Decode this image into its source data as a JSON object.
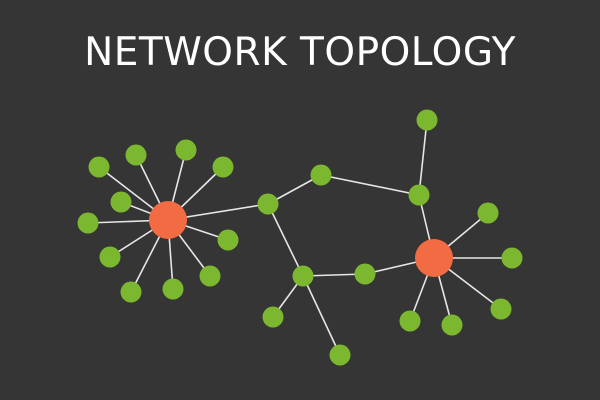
{
  "title": "NETWORK TOPOLOGY",
  "colors": {
    "background": "#353535",
    "title": "#ffffff",
    "hub": "#f26b43",
    "node": "#7cb82f",
    "edge": "#e6e6e6"
  },
  "nodes": [
    {
      "id": "hub-left",
      "kind": "hub"
    },
    {
      "id": "hub-right",
      "kind": "hub"
    },
    {
      "id": "n1",
      "kind": "node"
    },
    {
      "id": "n2",
      "kind": "node"
    },
    {
      "id": "n3",
      "kind": "node"
    },
    {
      "id": "n4",
      "kind": "node"
    },
    {
      "id": "n5",
      "kind": "node"
    },
    {
      "id": "n6",
      "kind": "node"
    },
    {
      "id": "n7",
      "kind": "node"
    },
    {
      "id": "n8",
      "kind": "node"
    },
    {
      "id": "n9",
      "kind": "node"
    },
    {
      "id": "n10",
      "kind": "node"
    },
    {
      "id": "n11",
      "kind": "node"
    },
    {
      "id": "n12",
      "kind": "node"
    },
    {
      "id": "n13",
      "kind": "node"
    },
    {
      "id": "n14",
      "kind": "node"
    },
    {
      "id": "n15",
      "kind": "node"
    },
    {
      "id": "n16",
      "kind": "node"
    },
    {
      "id": "n17",
      "kind": "node"
    },
    {
      "id": "n18",
      "kind": "node"
    },
    {
      "id": "n19",
      "kind": "node"
    },
    {
      "id": "n20",
      "kind": "node"
    },
    {
      "id": "n21",
      "kind": "node"
    },
    {
      "id": "n22",
      "kind": "node"
    },
    {
      "id": "n23",
      "kind": "node"
    },
    {
      "id": "n24",
      "kind": "node"
    },
    {
      "id": "n25",
      "kind": "node"
    }
  ],
  "edges": [
    [
      "hub-left",
      "n1"
    ],
    [
      "hub-left",
      "n2"
    ],
    [
      "hub-left",
      "n3"
    ],
    [
      "hub-left",
      "n4"
    ],
    [
      "hub-left",
      "n5"
    ],
    [
      "hub-left",
      "n6"
    ],
    [
      "hub-left",
      "n7"
    ],
    [
      "hub-left",
      "n8"
    ],
    [
      "hub-left",
      "n9"
    ],
    [
      "hub-left",
      "n10"
    ],
    [
      "hub-left",
      "n11"
    ],
    [
      "hub-left",
      "n12"
    ],
    [
      "n12",
      "n13"
    ],
    [
      "n12",
      "n14"
    ],
    [
      "n13",
      "n18"
    ],
    [
      "n14",
      "n15"
    ],
    [
      "n14",
      "n16"
    ],
    [
      "n14",
      "n17"
    ],
    [
      "n17",
      "hub-right"
    ],
    [
      "n18",
      "n19"
    ],
    [
      "n18",
      "hub-right"
    ],
    [
      "hub-right",
      "n20"
    ],
    [
      "hub-right",
      "n21"
    ],
    [
      "hub-right",
      "n22"
    ],
    [
      "hub-right",
      "n23"
    ],
    [
      "hub-right",
      "n24"
    ],
    [
      "hub-right",
      "n25"
    ]
  ]
}
